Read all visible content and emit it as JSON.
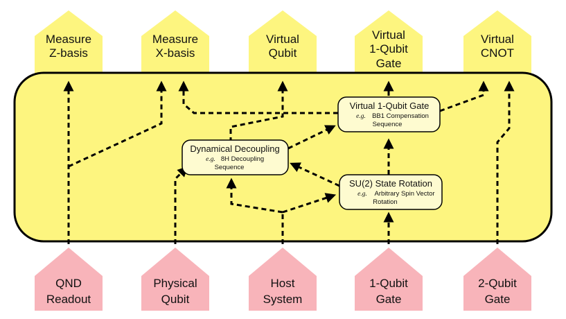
{
  "colors": {
    "panel_fill": "#fdf57f",
    "output_fill": "#fdf57f",
    "input_fill": "#f8b4ba",
    "box_fill": "#fefbd0",
    "line": "#000000"
  },
  "outputs": [
    {
      "line1": "Measure",
      "line2": "Z-basis",
      "line3": ""
    },
    {
      "line1": "Measure",
      "line2": "X-basis",
      "line3": ""
    },
    {
      "line1": "Virtual",
      "line2": "Qubit",
      "line3": ""
    },
    {
      "line1": "Virtual",
      "line2": "1-Qubit",
      "line3": "Gate"
    },
    {
      "line1": "Virtual",
      "line2": "CNOT",
      "line3": ""
    }
  ],
  "inputs": [
    {
      "line1": "QND",
      "line2": "Readout"
    },
    {
      "line1": "Physical",
      "line2": "Qubit"
    },
    {
      "line1": "Host",
      "line2": "System"
    },
    {
      "line1": "1-Qubit",
      "line2": "Gate"
    },
    {
      "line1": "2-Qubit",
      "line2": "Gate"
    }
  ],
  "boxes": {
    "dynamical_decoupling": {
      "title": "Dynamical Decoupling",
      "eg": "e.g.",
      "sub1": "8H Decoupling",
      "sub2": "Sequence"
    },
    "virtual_gate": {
      "title": "Virtual 1-Qubit Gate",
      "eg": "e.g.",
      "sub1": "BB1 Compensation",
      "sub2": "Sequence"
    },
    "su2": {
      "title": "SU(2) State Rotation",
      "eg": "e.g.",
      "sub1": "Arbitrary Spin Vector",
      "sub2": "Rotation"
    }
  }
}
